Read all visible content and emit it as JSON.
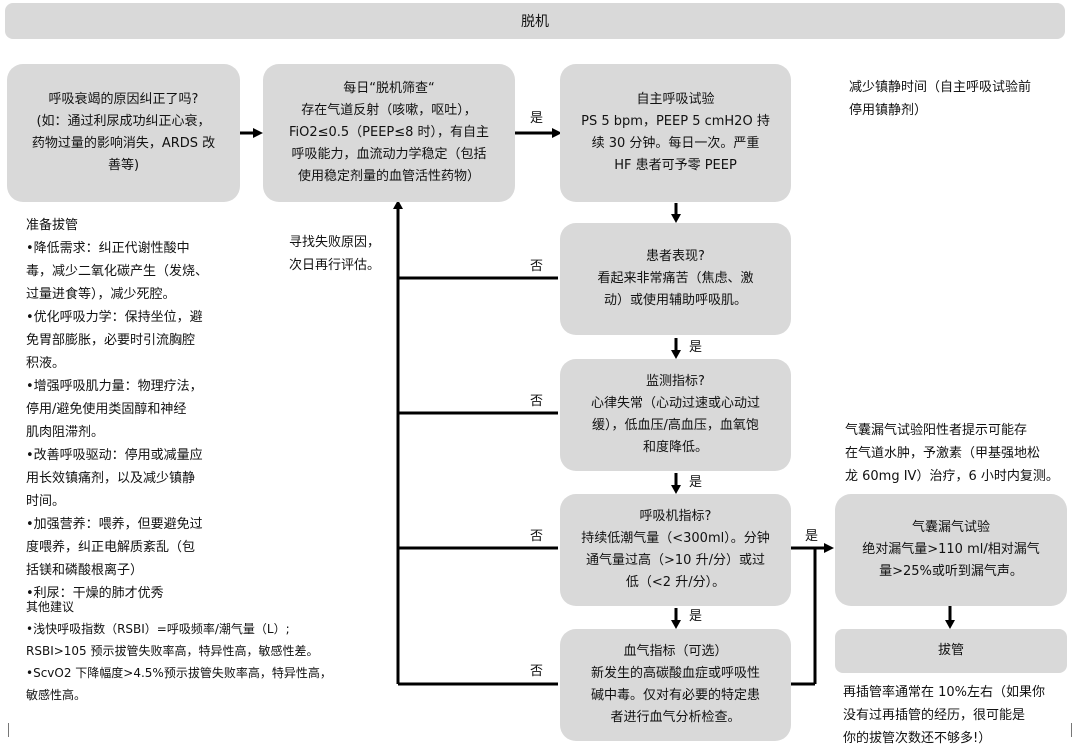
{
  "header": {
    "title": "脱机"
  },
  "boxes": {
    "cause": [
      "呼吸衰竭的原因纠正了吗?",
      "(如：通过利尿成功纠正心衰，",
      "药物过量的影响消失，ARDS 改",
      "善等)"
    ],
    "screen": [
      "每日“脱机筛查“",
      "存在气道反射（咳嗽，呕吐），",
      "FiO2≤0.5（PEEP≤8 时），有自主",
      "呼吸能力，血流动力学稳定（包括",
      "使用稳定剂量的血管活性药物）"
    ],
    "sbt": [
      "自主呼吸试验",
      "PS 5 bpm，PEEP 5 cmH2O 持",
      "续 30 分钟。每日一次。严重",
      "HF 患者可予零 PEEP"
    ],
    "appearance": [
      "患者表现?",
      "看起来非常痛苦（焦虑、激",
      "动）或使用辅助呼吸肌。"
    ],
    "monitor": [
      "监测指标?",
      "心律失常（心动过速或心动过",
      "缓），低血压/高血压，血氧饱",
      "和度降低。"
    ],
    "vent": [
      "呼吸机指标?",
      "持续低潮气量（<300ml）。分钟",
      "通气量过高（>10 升/分）或过",
      "低（<2 升/分）。"
    ],
    "blood": [
      "血气指标（可选）",
      "新发生的高碳酸血症或呼吸性",
      "碱中毒。仅对有必要的特定患",
      "者进行血气分析检查。"
    ],
    "cuff": [
      "气囊漏气试验",
      "绝对漏气量>110 ml/相对漏气",
      "量>25%或听到漏气声。"
    ],
    "extubate": [
      "拔管"
    ]
  },
  "texts": {
    "prepare": [
      "准备拔管",
      "•降低需求：纠正代谢性酸中",
      "毒，减少二氧化碳产生（发烧、",
      "过量进食等），减少死腔。",
      "•优化呼吸力学：保持坐位，避",
      "免胃部膨胀，必要时引流胸腔",
      "积液。",
      "•增强呼吸肌力量：物理疗法，",
      "停用/避免使用类固醇和神经",
      "肌肉阻滞剂。",
      "•改善呼吸驱动：停用或减量应",
      "用长效镇痛剂，以及减少镇静",
      "时间。",
      "•加强营养：喂养，但要避免过",
      "度喂养，纠正电解质紊乱（包",
      "括镁和磷酸根离子）",
      "•利尿：干燥的肺才优秀"
    ],
    "other": [
      "其他建议",
      "•浅快呼吸指数（RSBI）=呼吸频率/潮气量（L）;",
      "RSBI>105 预示拔管失败率高，特异性高，敏感性差。",
      "•ScvO2 下降幅度>4.5%预示拔管失败率高，特异性高，",
      "敏感性高。"
    ],
    "reeval": [
      "寻找失败原因，",
      "次日再行评估。"
    ],
    "sedation": [
      "减少镇静时间（自主呼吸试验前",
      "停用镇静剂）"
    ],
    "cuff_note": [
      "气囊漏气试验阳性者提示可能存",
      "在气道水肿，予激素（甲基强地松",
      "龙 60mg IV）治疗，6 小时内复测。"
    ],
    "reintubation": [
      "再插管率通常在 10%左右（如果你",
      "没有过再插管的经历，很可能是",
      "你的拔管次数还不够多!）"
    ]
  },
  "labels": {
    "yes": "是",
    "no": "否"
  }
}
